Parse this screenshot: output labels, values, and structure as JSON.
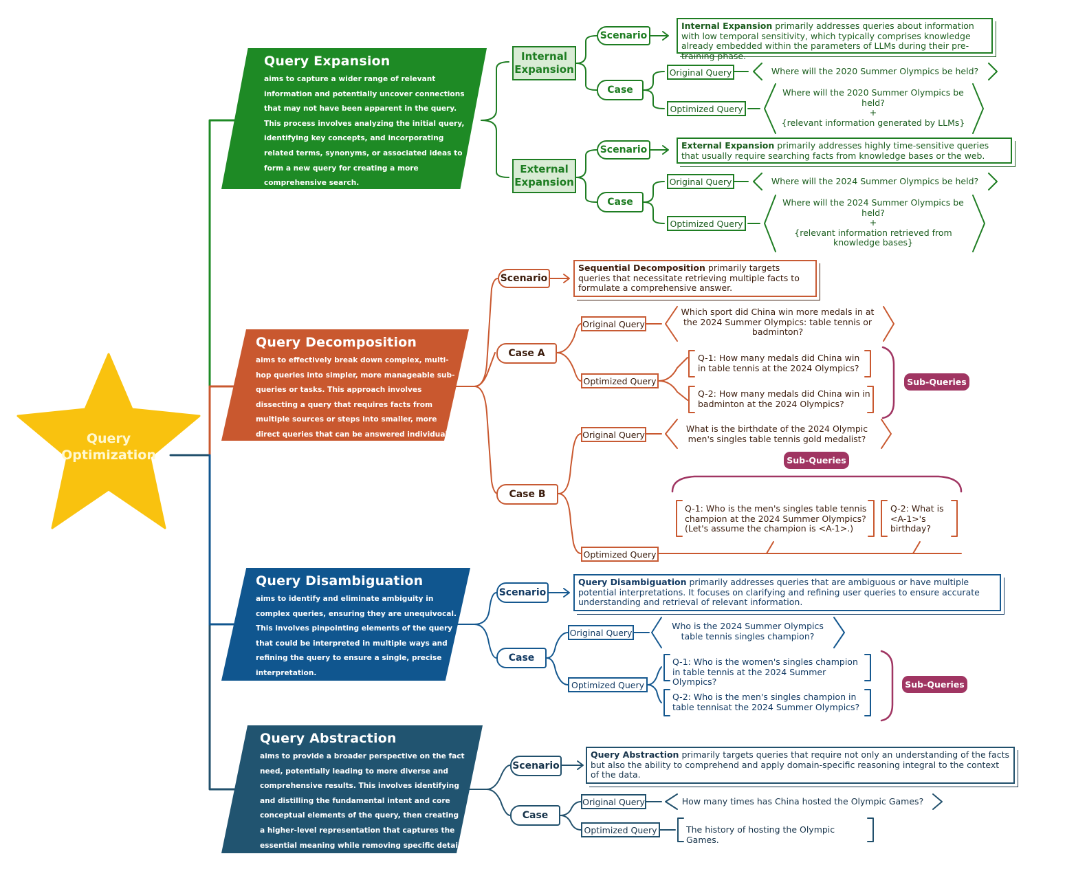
{
  "root": {
    "title_line1": "Query",
    "title_line2": "Optimization",
    "color": "#f9c20f"
  },
  "colors": {
    "expansion": "#1e8a25",
    "decomposition": "#c9582f",
    "disambiguation": "#10568f",
    "abstraction": "#215470",
    "subqueries": "#a03562"
  },
  "expansion": {
    "title": "Query Expansion",
    "desc": [
      "aims to capture a wider range of relevant",
      "information and potentially uncover connections",
      "that may not have been apparent in the query.",
      "This process involves analyzing the initial query,",
      "identifying key concepts, and incorporating",
      "related terms, synonyms, or associated ideas to",
      "form a new query for creating a more",
      "comprehensive search."
    ],
    "internal": {
      "label": "Internal Expansion",
      "scenario_label": "Scenario",
      "scenario_bold": "Internal Expansion",
      "scenario_text": " primarily addresses queries about information with low temporal sensitivity, which typically comprises knowledge already embedded within the parameters of LLMs during their pre-training phase.",
      "case_label": "Case",
      "original_label": "Original Query",
      "original_text": "Where will the 2020 Summer Olympics be held?",
      "optimized_label": "Optimized Query",
      "optimized_lines": [
        "Where will the 2020 Summer Olympics be",
        "held?",
        "+",
        "{relevant information generated by LLMs}"
      ]
    },
    "external": {
      "label": "External Expansion",
      "scenario_label": "Scenario",
      "scenario_bold": "External Expansion",
      "scenario_text": " primarily addresses highly time-sensitive queries that usually require searching facts from knowledge bases or the web.",
      "case_label": "Case",
      "original_label": "Original Query",
      "original_text": "Where will the 2024 Summer Olympics be held?",
      "optimized_label": "Optimized Query",
      "optimized_lines": [
        "Where will the 2024 Summer Olympics be",
        "held?",
        "+",
        "{relevant information retrieved from",
        "knowledge bases}"
      ]
    }
  },
  "decomposition": {
    "title": "Query Decomposition",
    "desc": [
      "aims to effectively break down complex, multi-",
      "hop queries into simpler, more manageable sub-",
      "queries or tasks. This approach involves",
      "dissecting a query that requires facts from",
      "multiple sources or steps into smaller, more",
      "direct queries that can be answered individually."
    ],
    "scenario_label": "Scenario",
    "scenario_bold": "Sequential Decomposition",
    "scenario_text": " primarily targets queries that necessitate retrieving multiple facts to formulate a comprehensive answer.",
    "case_a": {
      "label": "Case A",
      "original_label": "Original Query",
      "original_text": "Which sport did China win more medals in at the 2024 Summer Olympics: table tennis or badminton?",
      "optimized_label": "Optimized Query",
      "q1": "Q-1: How many medals did China win in table tennis at the 2024 Olympics?",
      "q2": "Q-2: How many medals did China win in badminton at the 2024 Olympics?",
      "sub_label": "Sub-Queries"
    },
    "case_b": {
      "label": "Case B",
      "original_label": "Original Query",
      "original_text": "What is the birthdate of the 2024 Olympic men's singles table tennis gold medalist?",
      "optimized_label": "Optimized Query",
      "sub_label": "Sub-Queries",
      "q1": "Q-1: Who is the men's singles table tennis champion at the 2024 Summer Olympics? (Let's assume the champion is <A-1>.)",
      "q2": "Q-2: What is <A-1>'s birthday?"
    }
  },
  "disambiguation": {
    "title": "Query Disambiguation",
    "desc": [
      "aims to identify and eliminate ambiguity in",
      "complex queries, ensuring they are unequivocal.",
      "This involves pinpointing elements of the query",
      "that could be interpreted in multiple ways and",
      "refining the query to ensure a single, precise",
      "interpretation."
    ],
    "scenario_label": "Scenario",
    "scenario_bold": "Query Disambiguation",
    "scenario_text": " primarily addresses queries that are ambiguous or have multiple potential interpretations. It focuses on clarifying and refining user queries to ensure accurate understanding and retrieval of relevant information.",
    "case_label": "Case",
    "original_label": "Original Query",
    "original_text": "Who is the 2024 Summer Olympics table tennis singles champion?",
    "optimized_label": "Optimized Query",
    "q1": "Q-1: Who is the women's singles champion in table tennis at the 2024 Summer Olympics?",
    "q2": "Q-2: Who is the men's singles champion in table tennisat the 2024 Summer Olympics?",
    "sub_label": "Sub-Queries"
  },
  "abstraction": {
    "title": "Query Abstraction",
    "desc": [
      "aims to provide a broader perspective on the fact",
      "need, potentially leading to more diverse and",
      "comprehensive results. This involves identifying",
      "and distilling the fundamental intent and core",
      "conceptual elements of the query, then creating",
      "a higher-level representation that captures the",
      "essential meaning while removing specific details."
    ],
    "scenario_label": "Scenario",
    "scenario_bold": "Query Abstraction",
    "scenario_text": " primarily targets queries that require not only an understanding of the facts but also the ability to comprehend and apply domain-specific reasoning integral to the context of the data.",
    "case_label": "Case",
    "original_label": "Original Query",
    "original_text": "How many times has China hosted the Olympic Games?",
    "optimized_label": "Optimized Query",
    "optimized_text": "The history of hosting the Olympic Games."
  }
}
